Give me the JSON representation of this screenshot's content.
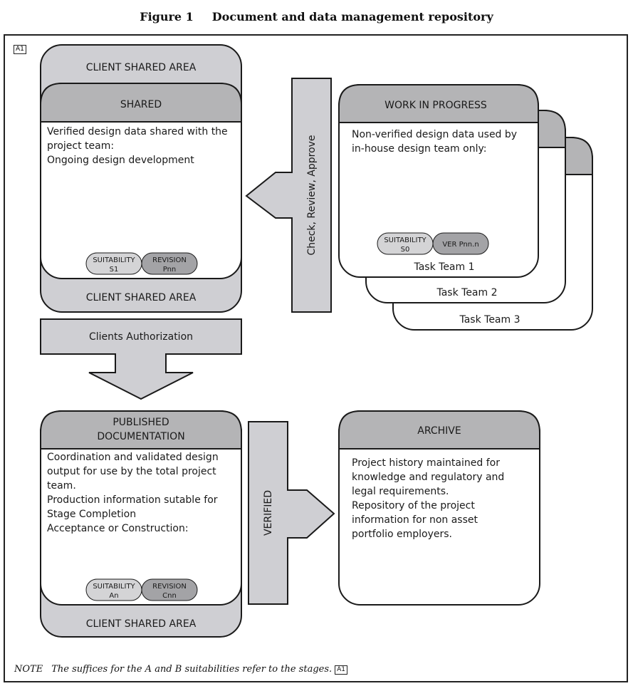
{
  "figure": {
    "number": "Figure 1",
    "title": "Document and data management repository"
  },
  "marker": "A1",
  "shared": {
    "outer_top": "CLIENT SHARED AREA",
    "outer_bottom": "CLIENT SHARED AREA",
    "header": "SHARED",
    "lines": [
      "Verified design data shared with the",
      "project team:",
      "Ongoing design development"
    ],
    "badge_suitability": [
      "SUITABILITY",
      "S1"
    ],
    "badge_revision": [
      "REVISION",
      "Pnn"
    ]
  },
  "check_arrow_label": "Check, Review, Approve",
  "wip": {
    "header": "WORK IN PROGRESS",
    "lines": [
      "Non-verified design data used by",
      "in-house design team only:"
    ],
    "badge_suitability": [
      "SUITABILITY",
      "S0"
    ],
    "badge_ver": "VER Pnn.n",
    "teams": [
      "Task Team 1",
      "Task Team 2",
      "Task Team 3"
    ]
  },
  "clients_auth_label": "Clients Authorization",
  "published": {
    "header": [
      "PUBLISHED",
      "DOCUMENTATION"
    ],
    "outer_bottom": "CLIENT SHARED AREA",
    "lines": [
      "Coordination and validated design",
      "output for use by the total project",
      "team.",
      "Production information sutable for",
      "Stage Completion",
      "Acceptance or Construction:"
    ],
    "badge_suitability": [
      "SUITABILITY",
      "An"
    ],
    "badge_revision": [
      "REVISION",
      "Cnn"
    ]
  },
  "verified_label": "VERIFIED",
  "archive": {
    "header": "ARCHIVE",
    "lines": [
      "Project history maintained for",
      "knowledge and regulatory and",
      "legal requirements.",
      "Repository of the project",
      "information for non asset",
      "portfolio employers."
    ]
  },
  "note": {
    "keyword": "NOTE",
    "text": "The suffices for the A and B suitabilities refer to the stages.",
    "marker": "A1"
  },
  "colors": {
    "header_fill": "#b4b4b6",
    "shape_fill": "#cfcfd3",
    "badge_light": "#d4d4d6",
    "badge_dark": "#a3a3a6",
    "stroke": "#1a1a1a"
  }
}
